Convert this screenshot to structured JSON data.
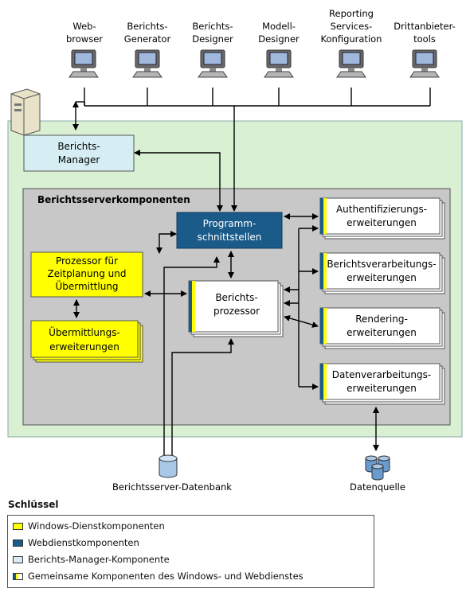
{
  "clients": [
    {
      "line1": "Web-",
      "line2": "browser"
    },
    {
      "line1": "Berichts-",
      "line2": "Generator"
    },
    {
      "line1": "Berichts-",
      "line2": "Designer"
    },
    {
      "line1": "Modell-",
      "line2": "Designer"
    },
    {
      "line1": "Reporting",
      "line2": "Services-",
      "line3": "Konfiguration"
    },
    {
      "line1": "Drittanbieter-",
      "line2": "tools"
    }
  ],
  "report_manager": {
    "line1": "Berichts-",
    "line2": "Manager"
  },
  "server_components_title": "Berichtsserverkomponenten",
  "programming_interfaces": {
    "line1": "Programm-",
    "line2": "schnittstellen"
  },
  "scheduler": {
    "line1": "Prozessor für",
    "line2": "Zeitplanung und",
    "line3": "Übermittlung"
  },
  "delivery_ext": {
    "line1": "Übermittlungs-",
    "line2": "erweiterungen"
  },
  "report_processor": {
    "line1": "Berichts-",
    "line2": "prozessor"
  },
  "extensions": [
    {
      "line1": "Authentifizierungs-",
      "line2": "erweiterungen"
    },
    {
      "line1": "Berichtsverarbeitungs-",
      "line2": "erweiterungen"
    },
    {
      "line1": "Rendering-",
      "line2": "erweiterungen"
    },
    {
      "line1": "Datenverarbeitungs-",
      "line2": "erweiterungen"
    }
  ],
  "database_label": "Berichtsserver-Datenbank",
  "datasource_label": "Datenquelle",
  "legend": {
    "title": "Schlüssel",
    "items": [
      "Windows-Dienstkomponenten",
      "Webdienstkomponenten",
      "Berichts-Manager-Komponente",
      "Gemeinsame Komponenten des Windows- und Webdienstes"
    ]
  },
  "colors": {
    "windows_service": "#ffff00",
    "web_service": "#1a5b8a",
    "report_manager": "#d6eef3",
    "server_area": "#d9f0d3",
    "components_area": "#c8c8c8"
  }
}
